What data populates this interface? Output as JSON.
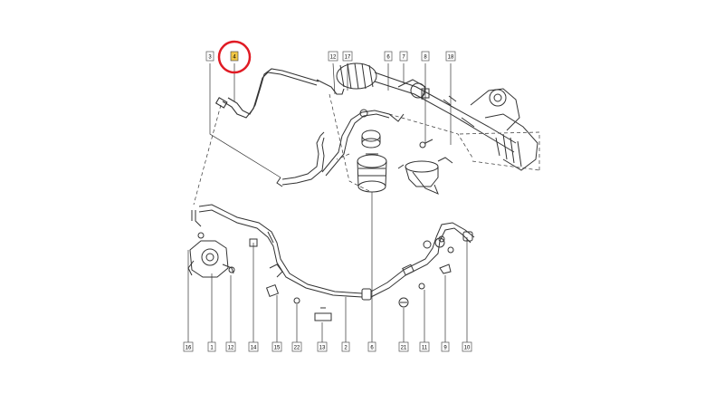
{
  "diagram": {
    "highlight_color": "#e01b24",
    "callout_fill_highlight": "#f2c744",
    "line_color": "#333333",
    "callouts": {
      "c3": "3",
      "c4": "4",
      "c12top": "12",
      "c17": "17",
      "c6top": "6",
      "c7": "7",
      "c8": "8",
      "c18": "18",
      "c16": "16",
      "c1": "1",
      "c12bot": "12",
      "c14": "14",
      "c15": "15",
      "c22": "22",
      "c13": "13",
      "c2": "2",
      "c6bot": "6",
      "c21": "21",
      "c11": "11",
      "c9": "9",
      "c10": "10"
    }
  }
}
